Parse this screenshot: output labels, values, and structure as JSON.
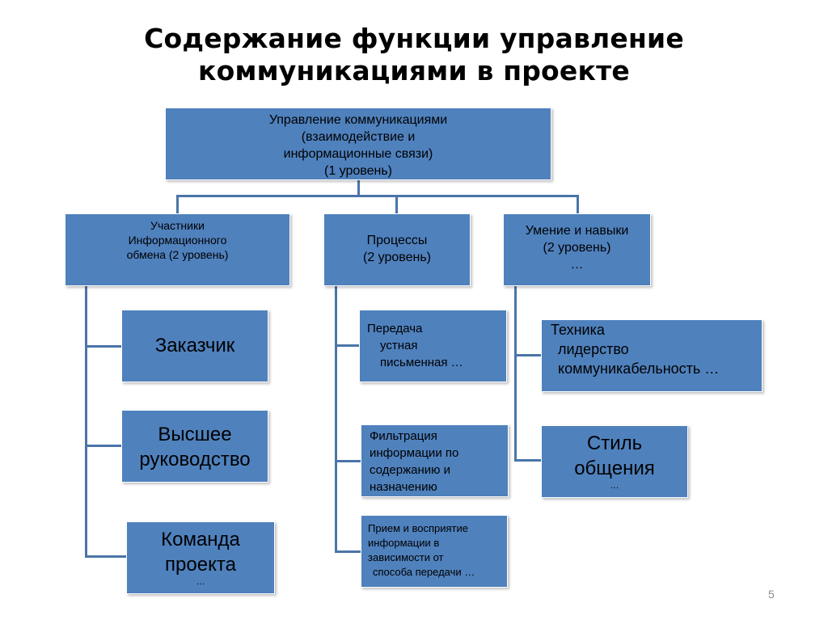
{
  "title": {
    "line1": "Содержание функции управление",
    "line2": "коммуникациями в проекте"
  },
  "root": {
    "line1": "Управление коммуникациями",
    "line2": "(взаимодействие и",
    "line3": "информационные связи)",
    "line4": "(1 уровень)"
  },
  "level2": {
    "participants": {
      "line1": "Участники",
      "line2": "Информационного",
      "line3": "обмена (2 уровень)"
    },
    "processes": {
      "line1": "Процессы",
      "line2": "(2 уровень)"
    },
    "skills": {
      "line1": "Умение и навыки",
      "line2": "(2 уровень)",
      "line3": "…"
    }
  },
  "participants_children": [
    {
      "line1": "Заказчик"
    },
    {
      "line1": "Высшее",
      "line2": "руководство"
    },
    {
      "line1": "Команда",
      "line2": "проекта",
      "line3": "…"
    }
  ],
  "processes_children": [
    {
      "line1": "Передача",
      "line2": "устная",
      "line3": "письменная …"
    },
    {
      "line1": "Фильтрация",
      "line2": "информации по",
      "line3": "содержанию и",
      "line4": "назначению"
    },
    {
      "line1": "Прием и восприятие",
      "line2": "информации в",
      "line3": "зависимости от",
      "line4": "способа передачи …"
    }
  ],
  "skills_children": [
    {
      "line1": "Техника",
      "line2": "лидерство",
      "line3": "коммуникабельность …"
    },
    {
      "line1": "Стиль",
      "line2": "общения",
      "line3": "…"
    }
  ],
  "page_number": "5",
  "colors": {
    "box_fill": "#4f81bd",
    "connector": "#4a75a8",
    "background": "#ffffff"
  }
}
